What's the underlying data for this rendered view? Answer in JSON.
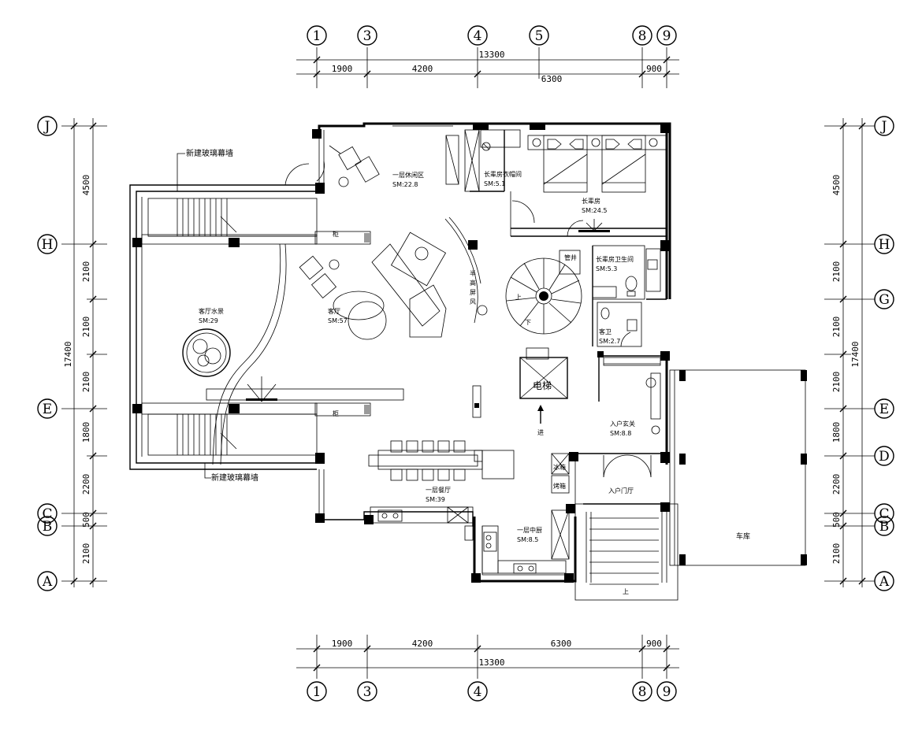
{
  "axes_top": [
    "1",
    "3",
    "4",
    "5",
    "8",
    "9"
  ],
  "axes_bottom": [
    "1",
    "3",
    "4",
    "8",
    "9"
  ],
  "axes_rows": [
    "J",
    "H",
    "G",
    "E",
    "D",
    "C",
    "B",
    "A"
  ],
  "dims_top": {
    "d1900": "1900",
    "d4200": "4200",
    "d6300": "6300",
    "d900": "900",
    "total": "13300"
  },
  "dims_side": {
    "d4500": "4500",
    "d2100a": "2100",
    "d2100b": "2100",
    "d2100c": "2100",
    "d1800": "1800",
    "d2200": "2200",
    "d500": "500",
    "d2100d": "2100",
    "total": "17400"
  },
  "rooms": {
    "leisure": {
      "name": "一层休闲区",
      "area": "SM:22.8"
    },
    "elder_closet": {
      "name": "长辈房衣帽间",
      "area": "SM:5.1"
    },
    "elder_room": {
      "name": "长辈房",
      "area": "SM:24.5"
    },
    "elder_bath": {
      "name": "长辈房卫生间",
      "area": "SM:5.3"
    },
    "guest_wc": {
      "name": "客卫",
      "area": "SM:2.7"
    },
    "living": {
      "name": "客厅",
      "area": "SM:57"
    },
    "water_feature": {
      "name": "客厅水景",
      "area": "SM:29"
    },
    "dining": {
      "name": "一层餐厅",
      "area": "SM:39"
    },
    "kitchen": {
      "name": "一层中厨",
      "area": "SM:8.5"
    },
    "foyer": {
      "name": "入户玄关",
      "area": "SM:8.8"
    },
    "entry_hall": {
      "name": "入户门厅"
    },
    "garage": {
      "name": "车库"
    }
  },
  "labels": {
    "curtain_wall_top": "新建玻璃幕墙",
    "curtain_wall_bottom": "新建玻璃幕墙",
    "elevator": "电梯",
    "enter": "进",
    "stair_up": "上",
    "stair_down": "下",
    "steps_up": "上",
    "shaft": "管井",
    "fridge": "冰箱",
    "oven": "烤箱",
    "screen_1": "半",
    "screen_2": "高",
    "screen_3": "屏",
    "screen_4": "风",
    "cabinet_1": "柜",
    "cabinet_2": "柜"
  }
}
